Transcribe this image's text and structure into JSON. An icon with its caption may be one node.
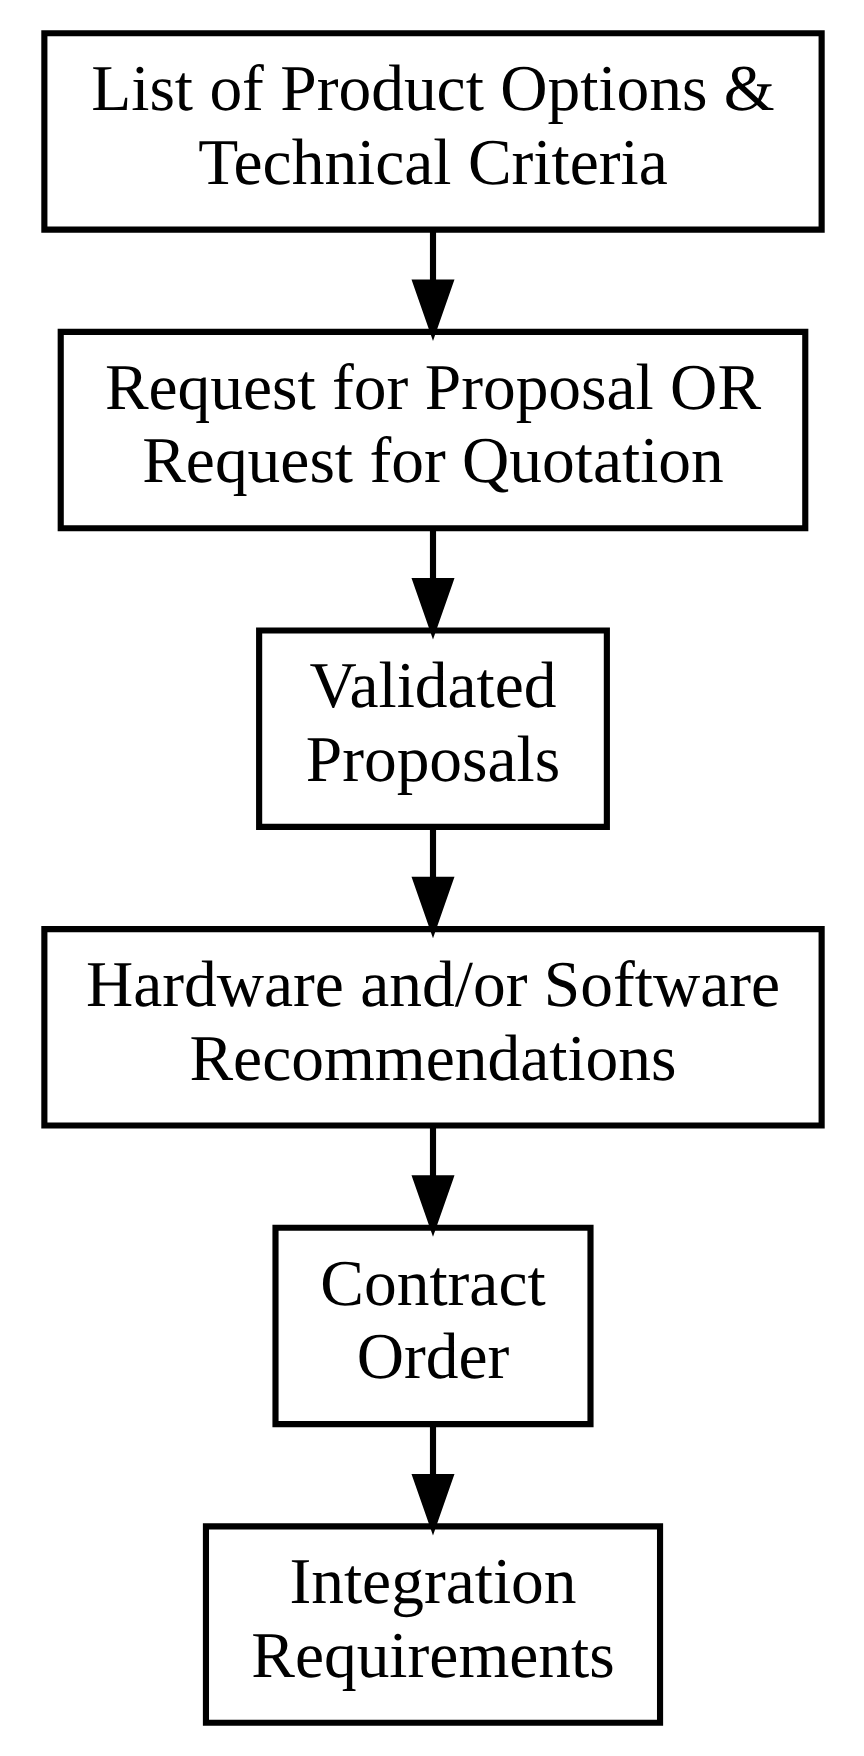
{
  "diagram": {
    "nodes": [
      {
        "text": [
          "List of Product Options & Technical Criteria"
        ]
      },
      {
        "text": [
          "Request for Proposal OR Request for Quotation"
        ]
      },
      {
        "text": [
          "Validated Proposals"
        ]
      },
      {
        "text": [
          "Hardware and/or Software Recommendations"
        ]
      },
      {
        "text": [
          "Contract Order"
        ]
      },
      {
        "text": [
          "Integration Requirements"
        ]
      }
    ],
    "edges": [
      {
        "from": 0,
        "to": 1,
        "arrow": "to"
      },
      {
        "from": 1,
        "to": 2,
        "arrow": "to"
      },
      {
        "from": 2,
        "to": 3,
        "arrow": "to"
      },
      {
        "from": 3,
        "to": 4,
        "arrow": "to"
      },
      {
        "from": 4,
        "to": 5,
        "arrow": "to"
      }
    ]
  }
}
